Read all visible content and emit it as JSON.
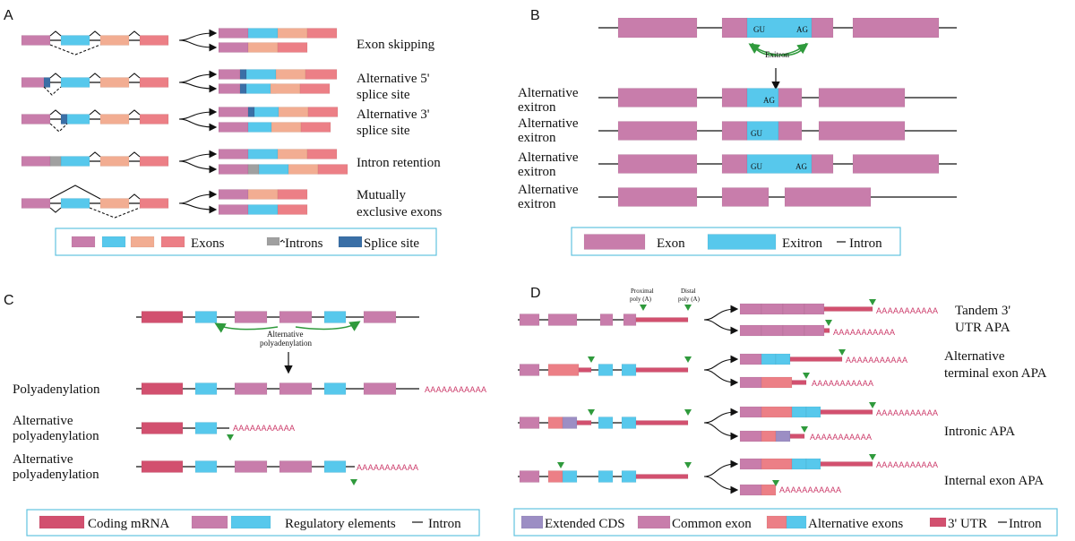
{
  "colors": {
    "exon_purple": "#c87dab",
    "exon_purple_dark": "#b36497",
    "exon_cyan": "#57c8ec",
    "exon_peach": "#f2ad92",
    "exon_salmon": "#ec7f86",
    "intron_grey": "#a0a0a0",
    "splice_blue": "#3a6fa6",
    "coding_red": "#d2506f",
    "ext_cds": "#9c8ec4",
    "legend_border": "#62c3e0",
    "arrow_green": "#2f9a3c",
    "tail_pink": "#cc3b6a"
  },
  "panel_a": {
    "letter": "A",
    "labels": {
      "exon_skipping": "Exon skipping",
      "alt5_line1": "Alternative 5'",
      "alt5_line2": "splice site",
      "alt3_line1": "Alternative 3'",
      "alt3_line2": "splice site",
      "intron_retention": "Intron retention",
      "mutual_line1": "Mutually",
      "mutual_line2": "exclusive exons"
    },
    "legend": {
      "exons": "Exons",
      "introns": "Introns",
      "splice_site": "Splice site"
    }
  },
  "panel_b": {
    "letter": "B",
    "gu": "GU",
    "ag": "AG",
    "exitron_arrow_label": "Exitron",
    "row_line1": "Alternative",
    "row_line2": "exitron",
    "legend": {
      "exon": "Exon",
      "exitron": "Exitron",
      "intron": "Intron"
    }
  },
  "panel_c": {
    "letter": "C",
    "arrow_label_line1": "Alternative",
    "arrow_label_line2": "polyadenylation",
    "polyadenylation": "Polyadenylation",
    "alt_line1": "Alternative",
    "alt_line2": "polyadenylation",
    "tail": "AAAAAAAAAAA",
    "legend": {
      "coding": "Coding mRNA",
      "regulatory": "Regulatory elements",
      "intron": "Intron"
    }
  },
  "panel_d": {
    "letter": "D",
    "proximal_line1": "Proximal",
    "proximal_line2": "poly (A)",
    "distal_line1": "Distal",
    "distal_line2": "poly (A)",
    "tandem_line1": "Tandem 3'",
    "tandem_line2": "UTR APA",
    "alt_terminal_line1": "Alternative",
    "alt_terminal_line2": "terminal exon APA",
    "intronic": "Intronic APA",
    "internal": "Internal exon APA",
    "tail": "AAAAAAAAAAA",
    "legend": {
      "ext_cds": "Extended CDS",
      "common": "Common exon",
      "alternative": "Alternative exons",
      "utr": "3' UTR",
      "intron": "Intron"
    }
  }
}
